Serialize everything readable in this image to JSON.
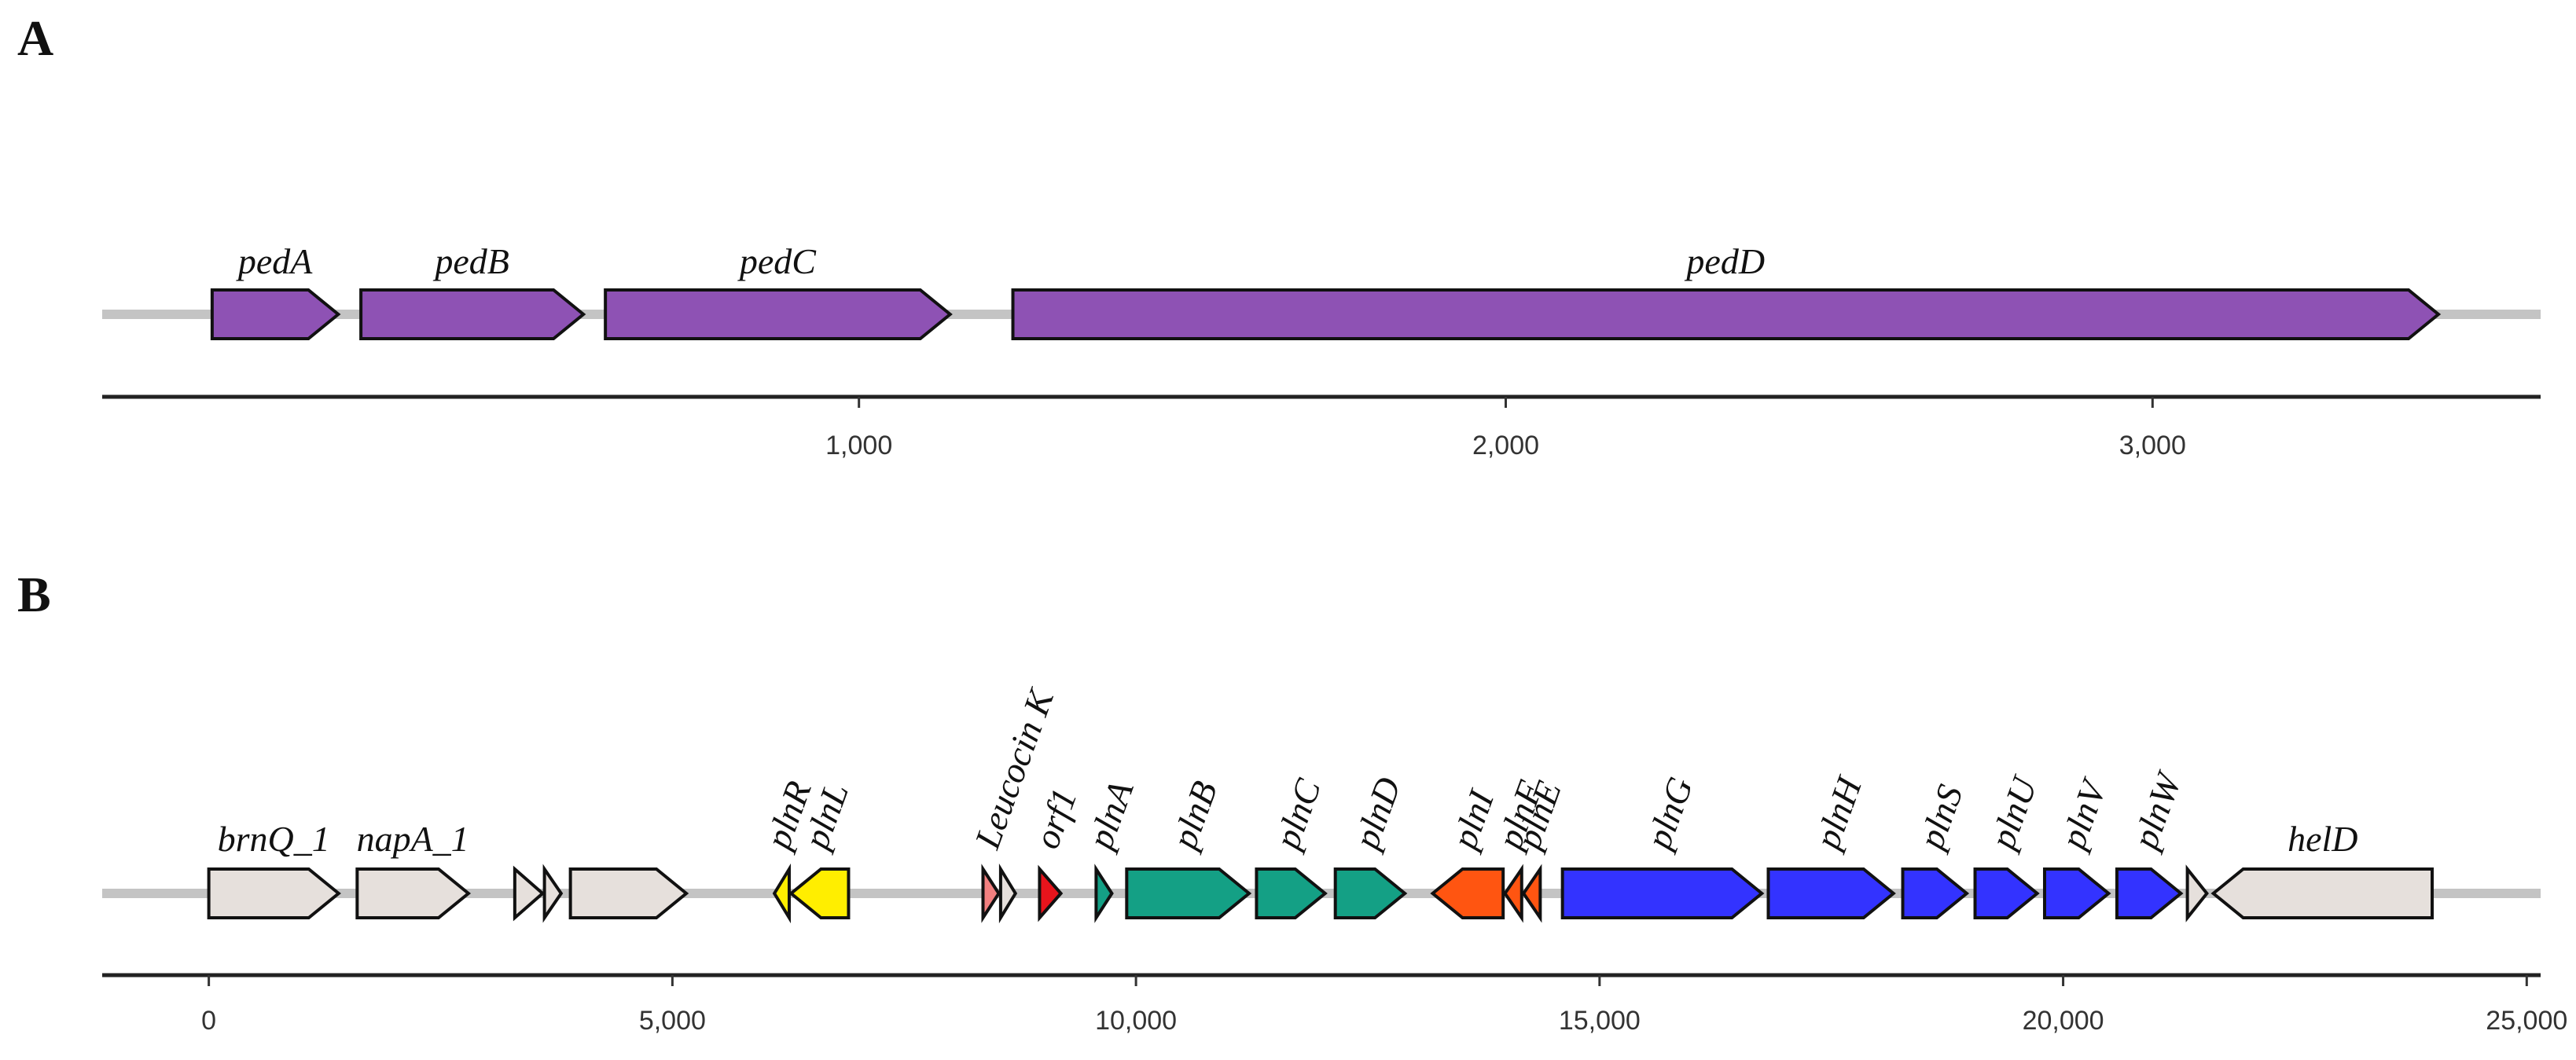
{
  "panels": [
    {
      "letter": "A",
      "axis": {
        "min": -170,
        "max": 3600,
        "ticks": [
          1000,
          2000,
          3000
        ],
        "tick_labels": [
          "1,000",
          "2,000",
          "3,000"
        ]
      },
      "genes": [
        {
          "name": "pedA",
          "start": 0,
          "end": 195,
          "strand": "+",
          "color": "#8e52b4",
          "label_rotated": false
        },
        {
          "name": "pedB",
          "start": 230,
          "end": 574,
          "strand": "+",
          "color": "#8e52b4",
          "label_rotated": false
        },
        {
          "name": "pedC",
          "start": 608,
          "end": 1141,
          "strand": "+",
          "color": "#8e52b4",
          "label_rotated": false
        },
        {
          "name": "pedD",
          "start": 1238,
          "end": 3442,
          "strand": "+",
          "color": "#8e52b4",
          "label_rotated": false
        }
      ]
    },
    {
      "letter": "B",
      "axis": {
        "min": -1150,
        "max": 25150,
        "ticks": [
          0,
          5000,
          10000,
          15000,
          20000,
          25000
        ],
        "tick_labels": [
          "0",
          "5,000",
          "10,000",
          "15,000",
          "20,000",
          "25,000"
        ]
      },
      "genes": [
        {
          "name": "brnQ_1",
          "start": 0,
          "end": 1400,
          "strand": "+",
          "color": "#e6e0dc",
          "label_rotated": false
        },
        {
          "name": "napA_1",
          "start": 1600,
          "end": 2800,
          "strand": "+",
          "color": "#e6e0dc",
          "label_rotated": false
        },
        {
          "name": "",
          "start": 3300,
          "end": 3600,
          "strand": "+",
          "color": "#e6e0dc",
          "label_rotated": false
        },
        {
          "name": "",
          "start": 3620,
          "end": 3800,
          "strand": "+",
          "color": "#e6e0dc",
          "label_rotated": false
        },
        {
          "name": "",
          "start": 3900,
          "end": 5150,
          "strand": "+",
          "color": "#e6e0dc",
          "label_rotated": false
        },
        {
          "name": "plnR",
          "start": 6100,
          "end": 6260,
          "strand": "-",
          "color": "#ffee00",
          "label_rotated": true
        },
        {
          "name": "plnL",
          "start": 6280,
          "end": 6900,
          "strand": "-",
          "color": "#ffee00",
          "label_rotated": true
        },
        {
          "name": "Leucocin K",
          "start": 8350,
          "end": 8520,
          "strand": "+",
          "color": "#f28080",
          "label_rotated": true
        },
        {
          "name": "",
          "start": 8540,
          "end": 8700,
          "strand": "+",
          "color": "#e6e0dc",
          "label_rotated": false
        },
        {
          "name": "orf1",
          "start": 8960,
          "end": 9190,
          "strand": "+",
          "color": "#e8141c",
          "label_rotated": true
        },
        {
          "name": "plnA",
          "start": 9570,
          "end": 9740,
          "strand": "+",
          "color": "#14a085",
          "label_rotated": true
        },
        {
          "name": "plnB",
          "start": 9900,
          "end": 11220,
          "strand": "+",
          "color": "#14a085",
          "label_rotated": true
        },
        {
          "name": "plnC",
          "start": 11300,
          "end": 12040,
          "strand": "+",
          "color": "#14a085",
          "label_rotated": true
        },
        {
          "name": "plnD",
          "start": 12150,
          "end": 12900,
          "strand": "+",
          "color": "#14a085",
          "label_rotated": true
        },
        {
          "name": "plnI",
          "start": 13200,
          "end": 13960,
          "strand": "-",
          "color": "#ff5511",
          "label_rotated": true
        },
        {
          "name": "plnF",
          "start": 13980,
          "end": 14160,
          "strand": "-",
          "color": "#ff5511",
          "label_rotated": true
        },
        {
          "name": "plnE",
          "start": 14180,
          "end": 14360,
          "strand": "-",
          "color": "#ff5511",
          "label_rotated": true
        },
        {
          "name": "plnG",
          "start": 14600,
          "end": 16750,
          "strand": "+",
          "color": "#3333ff",
          "label_rotated": true
        },
        {
          "name": "plnH",
          "start": 16820,
          "end": 18170,
          "strand": "+",
          "color": "#3333ff",
          "label_rotated": true
        },
        {
          "name": "plnS",
          "start": 18270,
          "end": 18960,
          "strand": "+",
          "color": "#3333ff",
          "label_rotated": true
        },
        {
          "name": "plnU",
          "start": 19050,
          "end": 19720,
          "strand": "+",
          "color": "#3333ff",
          "label_rotated": true
        },
        {
          "name": "plnV",
          "start": 19800,
          "end": 20490,
          "strand": "+",
          "color": "#3333ff",
          "label_rotated": true
        },
        {
          "name": "plnW",
          "start": 20580,
          "end": 21270,
          "strand": "+",
          "color": "#3333ff",
          "label_rotated": true
        },
        {
          "name": "",
          "start": 21340,
          "end": 21550,
          "strand": "+",
          "color": "#e6e0dc",
          "label_rotated": false
        },
        {
          "name": "helD",
          "start": 21620,
          "end": 23980,
          "strand": "-",
          "color": "#e6e0dc",
          "label_rotated": false
        }
      ]
    }
  ]
}
